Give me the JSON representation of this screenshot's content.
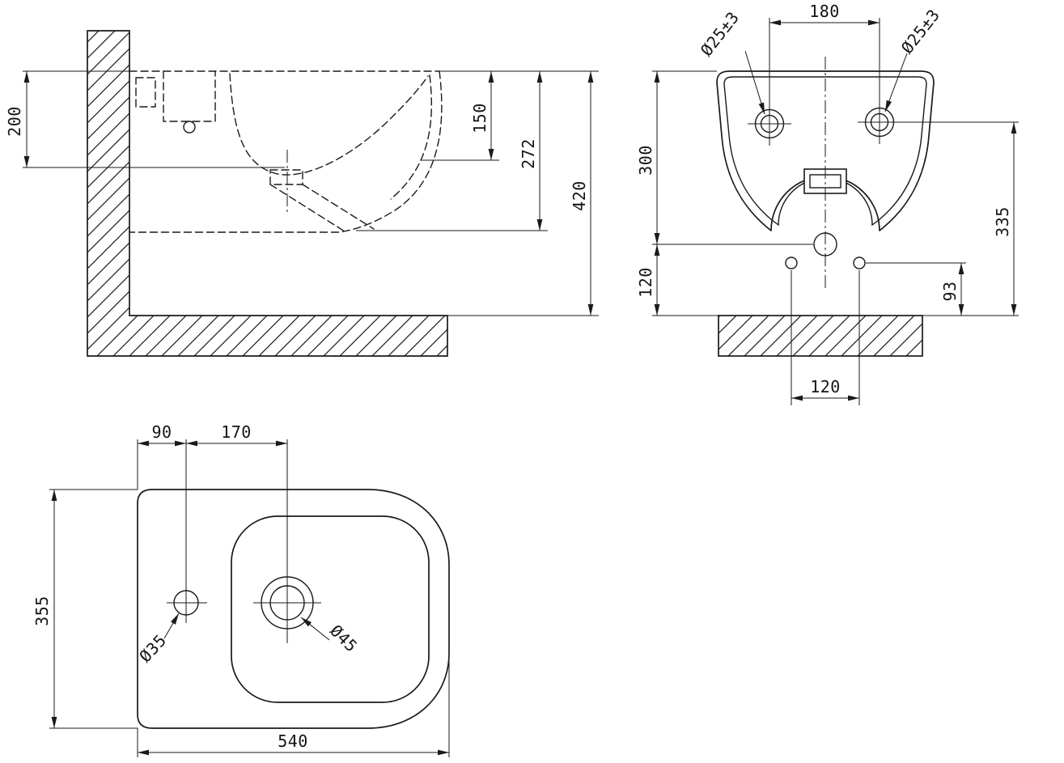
{
  "sheet": {
    "background": "#ffffff",
    "ink": "#1a1a1a"
  },
  "side_view": {
    "dims": {
      "rim_to_inlet": "200",
      "rim_to_bowl_bottom": "150",
      "rim_to_underside": "272",
      "rim_to_floor": "420"
    }
  },
  "front_view": {
    "dims": {
      "fixing_hole_spacing": "180",
      "fixing_hole_left": "Ø25±3",
      "fixing_hole_right": "Ø25±3",
      "top_to_drain": "300",
      "drain_to_floor": "120",
      "hole_to_floor": "335",
      "outlet_to_floor": "93",
      "outlet_spacing": "120"
    }
  },
  "plan_view": {
    "dims": {
      "edge_to_tap_hole": "90",
      "tap_hole_to_drain": "170",
      "overall_width": "355",
      "overall_length": "540",
      "tap_hole_dia": "Ø35",
      "drain_hole_dia": "Ø45"
    }
  }
}
